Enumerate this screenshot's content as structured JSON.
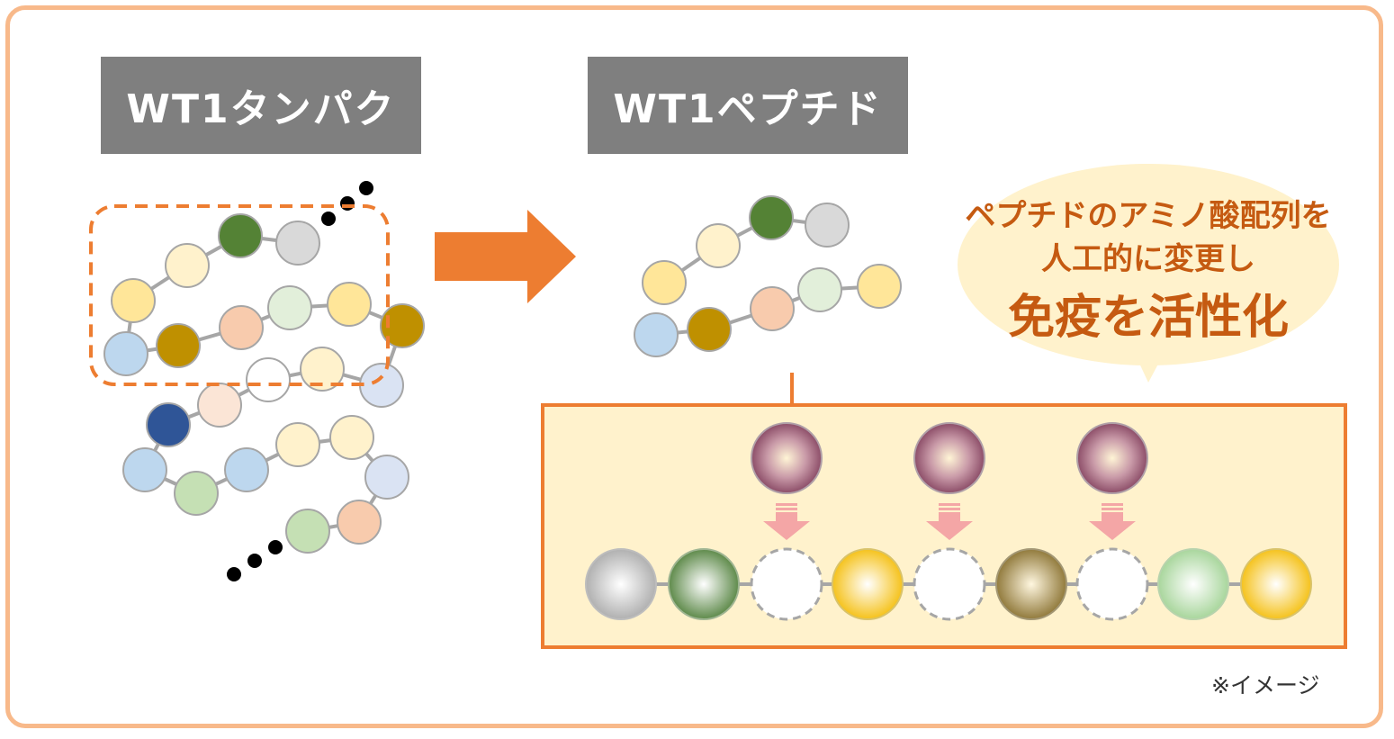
{
  "labels": {
    "protein": "WT1タンパク",
    "peptide": "WT1ペプチド"
  },
  "callout": {
    "line1": "ペプチドのアミノ酸配列を",
    "line2": "人工的に変更し",
    "line3": "免疫を活性化"
  },
  "note": "※イメージ",
  "colors": {
    "frame": "#F8B98A",
    "label_bg": "#7F7F7F",
    "accent_orange": "#ED7D31",
    "callout_text": "#C55A11",
    "callout_bubble": "#FFF2CC",
    "detail_panel_bg": "#FFF2CC",
    "pink_arrow": "#F4A6A6"
  },
  "icons": {
    "main_arrow": "right-arrow-icon",
    "substitution_arrow": "down-arrow-icon"
  }
}
